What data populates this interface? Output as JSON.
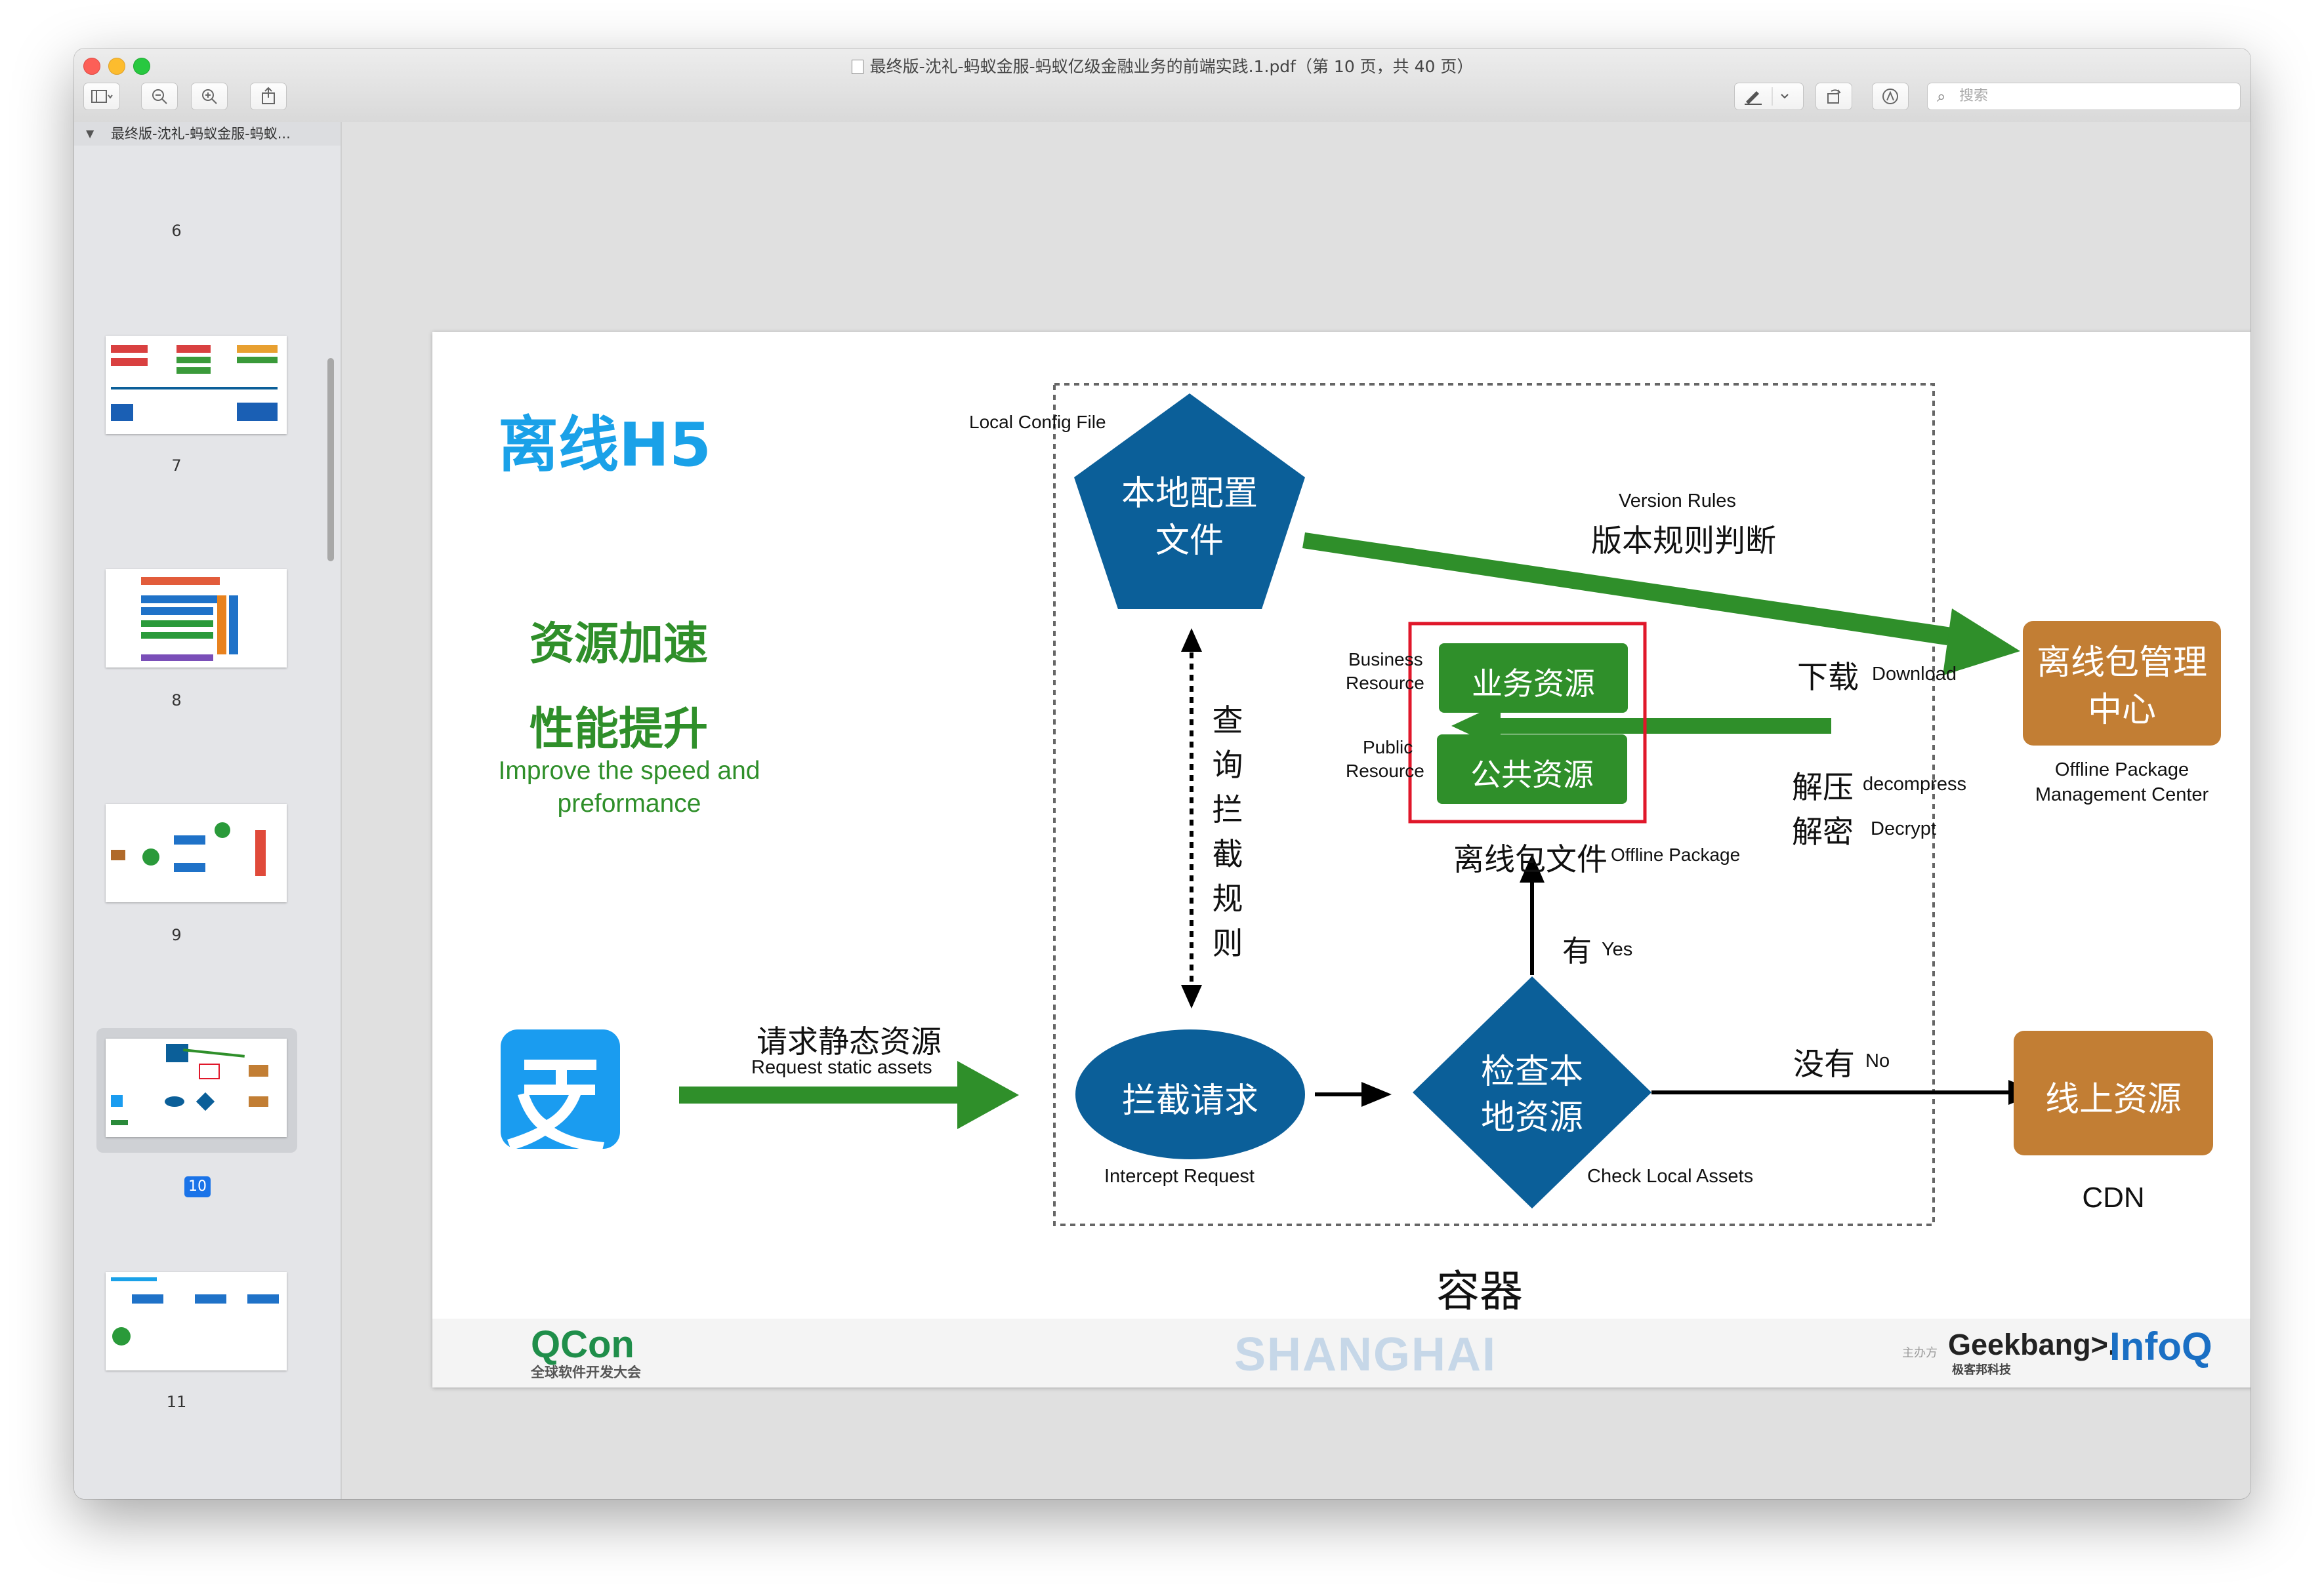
{
  "window": {
    "title": "最终版-沈礼-蚂蚁金服-蚂蚁亿级金融业务的前端实践.1.pdf（第 10 页，共 40 页）"
  },
  "toolbar": {
    "sidebar_icon": "sidebar-toggle-icon",
    "zoom_out_icon": "zoom-out-icon",
    "zoom_in_icon": "zoom-in-icon",
    "share_icon": "share-icon",
    "markup_icon": "pen-icon",
    "rotate_icon": "rotate-icon",
    "annotate_icon": "markup-circle-icon",
    "search_placeholder": "搜索"
  },
  "sidebar": {
    "doc_name": "最终版-沈礼-蚂蚁金服-蚂蚁...",
    "pages": [
      "6",
      "7",
      "8",
      "9",
      "10",
      "11"
    ],
    "selected_page": "10"
  },
  "slide": {
    "title": "离线H5",
    "benefit_1": "资源加速",
    "benefit_2": "性能提升",
    "benefit_en_1": "Improve the speed and",
    "benefit_en_2": "preformance",
    "config_label_en": "Local Config File",
    "config_cn_1": "本地配置",
    "config_cn_2": "文件",
    "version_rules_en": "Version Rules",
    "version_rules_cn": "版本规则判断",
    "query_rule_chars": [
      "查",
      "询",
      "拦",
      "截",
      "规",
      "则"
    ],
    "business_en_1": "Business",
    "business_en_2": "Resource",
    "business_cn": "业务资源",
    "public_en_1": "Public",
    "public_en_2": "Resource",
    "public_cn": "公共资源",
    "offline_pkg_cn": "离线包文件",
    "offline_pkg_en": "Offline Package",
    "download_cn": "下载",
    "download_en": "Download",
    "decompress_cn": "解压",
    "decompress_en": "decompress",
    "decrypt_cn": "解密",
    "decrypt_en": "Decrypt",
    "mgmt_cn_1": "离线包管理",
    "mgmt_cn_2": "中心",
    "mgmt_en_1": "Offline Package",
    "mgmt_en_2": "Management Center",
    "yes_cn": "有",
    "yes_en": "Yes",
    "request_cn": "请求静态资源",
    "request_en": "Request static assets",
    "intercept_cn": "拦截请求",
    "intercept_en": "Intercept  Request",
    "check_cn_1": "检查本",
    "check_cn_2": "地资源",
    "check_en": "Check Local Assets",
    "no_cn": "没有",
    "no_en": "No",
    "online_cn": "线上资源",
    "cdn": "CDN",
    "container": "容器",
    "footer_qcon": "QCon",
    "footer_qcon_sub": "全球软件开发大会",
    "footer_city": "SHANGHAI",
    "footer_host": "主办方",
    "footer_geekbang": "Geekbang>.",
    "footer_geekbang_sub": "极客邦科技",
    "footer_infoq": "InfoQ"
  },
  "colors": {
    "blue_dark": "#0b5f99",
    "green": "#2f8f2a",
    "brown": "#c27e34",
    "cyan_title": "#1aa1e8",
    "red_box": "#e0172a",
    "alipay": "#1a9cf0"
  }
}
